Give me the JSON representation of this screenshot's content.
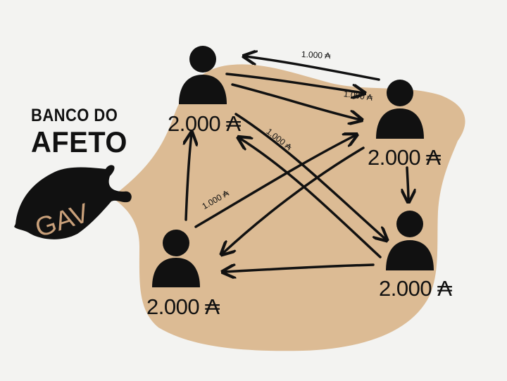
{
  "title": {
    "line1": "BANCO DO",
    "line2": "AFETO"
  },
  "bag_label": "GAV",
  "colors": {
    "blob": "#dcbb94",
    "ink": "#111111",
    "bag_text": "#c9a07a",
    "background": "#f3f3f1"
  },
  "people": [
    {
      "id": "top-left",
      "amount": "2.000 ₳"
    },
    {
      "id": "right",
      "amount": "2.000 ₳"
    },
    {
      "id": "bottom-right",
      "amount": "2.000 ₳"
    },
    {
      "id": "bottom-left",
      "amount": "2.000 ₳"
    }
  ],
  "transfers": [
    {
      "label": "1.000 ₳"
    },
    {
      "label": "1.000 ₳"
    },
    {
      "label": "1.000 ₳"
    },
    {
      "label": "1.000 ₳"
    }
  ]
}
